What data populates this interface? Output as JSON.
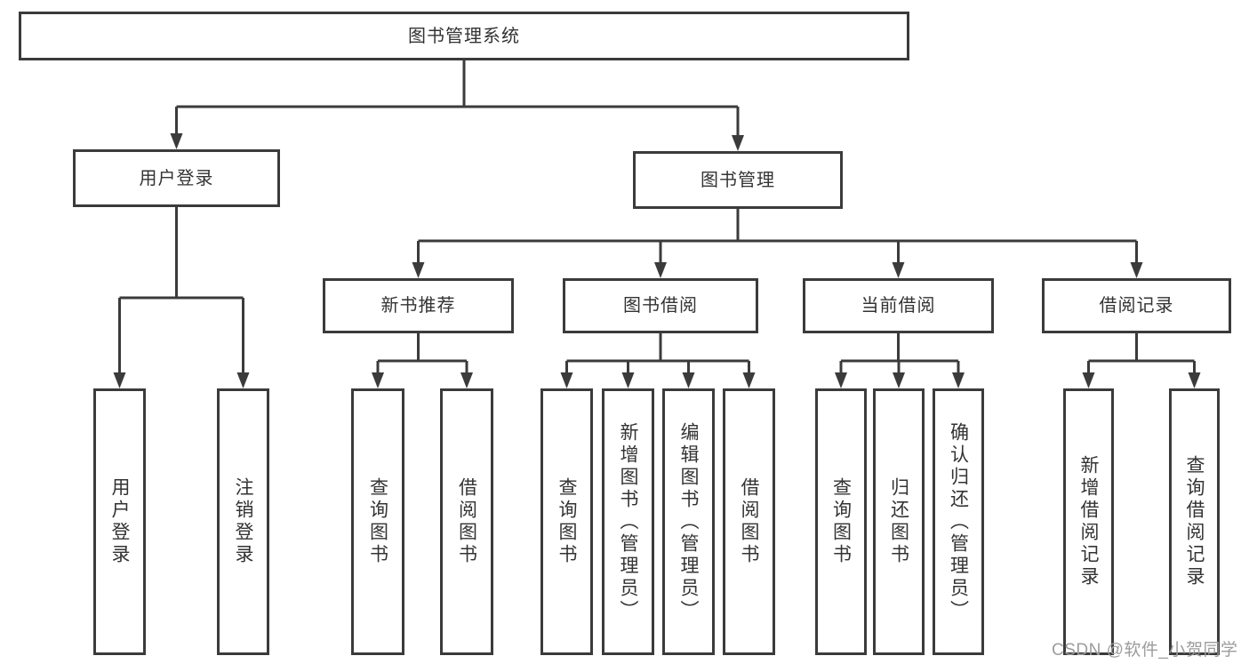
{
  "tree": {
    "root": {
      "label": "图书管理系统",
      "children": [
        {
          "label": "用户登录",
          "children": [
            {
              "label": "用户登录"
            },
            {
              "label": "注销登录"
            }
          ]
        },
        {
          "label": "图书管理",
          "children": [
            {
              "label": "新书推荐",
              "children": [
                {
                  "label": "查询图书"
                },
                {
                  "label": "借阅图书"
                }
              ]
            },
            {
              "label": "图书借阅",
              "children": [
                {
                  "label": "查询图书"
                },
                {
                  "label": "新增图书（管理员）"
                },
                {
                  "label": "编辑图书（管理员）"
                },
                {
                  "label": "借阅图书"
                }
              ]
            },
            {
              "label": "当前借阅",
              "children": [
                {
                  "label": "查询图书"
                },
                {
                  "label": "归还图书"
                },
                {
                  "label": "确认归还（管理员）"
                }
              ]
            },
            {
              "label": "借阅记录",
              "children": [
                {
                  "label": "新增借阅记录"
                },
                {
                  "label": "查询借阅记录"
                }
              ]
            }
          ]
        }
      ]
    }
  },
  "watermark": {
    "text": "CSDN @软件_小贺同学"
  },
  "colors": {
    "line": "#3b3b3b",
    "text": "#333333",
    "background": "#ffffff",
    "watermark": "#9c9c9c"
  }
}
